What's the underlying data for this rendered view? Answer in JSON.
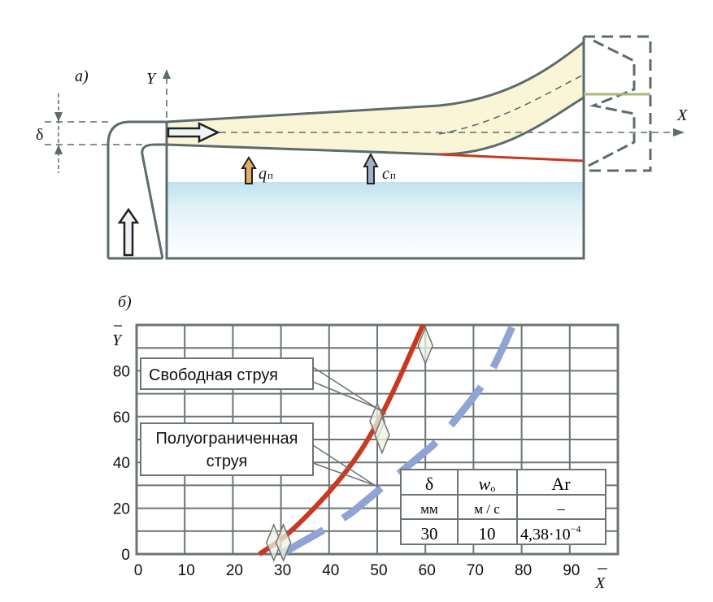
{
  "diagram": {
    "panel_label": "а)",
    "axis_y": "Y",
    "axis_x": "X",
    "delta_label": "δ",
    "q_label": "q",
    "q_sub": "п",
    "c_label": "c",
    "c_sub": "п",
    "colors": {
      "jet": "#fbf5d8",
      "water": "#cde8f2",
      "red": "#c8391f",
      "frame": "#5d6b6b"
    }
  },
  "chart_data": {
    "type": "line",
    "panel_label": "б)",
    "xlabel": "X",
    "ylabel": "Y",
    "xlim": [
      0,
      100
    ],
    "ylim": [
      0,
      100
    ],
    "grid": true,
    "x_ticks": [
      0,
      10,
      20,
      30,
      40,
      50,
      60,
      70,
      80,
      90
    ],
    "y_ticks": [
      0,
      20,
      40,
      60,
      80
    ],
    "series": [
      {
        "name": "Свободная струя",
        "color": "#c8391f",
        "style": "solid",
        "x": [
          25.5,
          32,
          44,
          51.5,
          59.5
        ],
        "y": [
          0,
          9,
          36,
          62,
          100
        ]
      },
      {
        "name": "Полуограниченная струя",
        "color": "#8fa3d4",
        "style": "dashed",
        "x": [
          30,
          43.5,
          47.5,
          59,
          63,
          72.5,
          75,
          78
        ],
        "y": [
          0,
          16,
          23,
          43,
          50,
          75,
          85,
          99
        ]
      }
    ],
    "experimental_points": {
      "x": [
        28.5,
        30.5,
        50,
        51,
        60
      ],
      "y": [
        5,
        5,
        58,
        52,
        91
      ]
    },
    "annotations": {
      "free_jet": "Свободная струя",
      "semi_bounded_1": "Полуограниченная",
      "semi_bounded_2": "струя"
    },
    "table": {
      "headers": [
        "δ",
        "w",
        "Ar"
      ],
      "header_sub": [
        "",
        "о",
        ""
      ],
      "units": [
        "мм",
        "м / с",
        "–"
      ],
      "values": [
        "30",
        "10",
        "4,38·10"
      ],
      "ar_exponent": "−4"
    }
  }
}
